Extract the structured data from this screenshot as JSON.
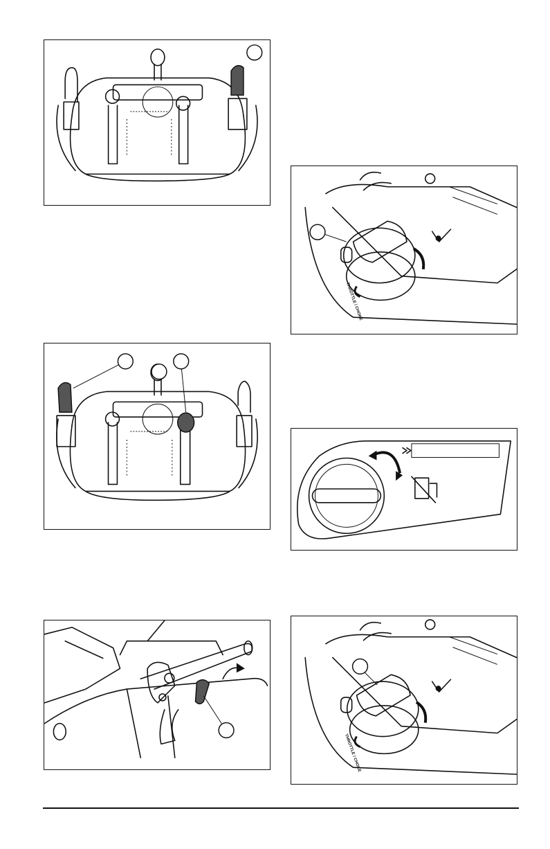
{
  "figures": [
    {
      "id": "fig-1",
      "subject": "operator-console-levers",
      "callouts": 1
    },
    {
      "id": "fig-2",
      "subject": "operator-console-levers-highlighted",
      "callouts": 3
    },
    {
      "id": "fig-3",
      "subject": "drive-handle-release",
      "callouts": 1
    },
    {
      "id": "fig-4",
      "subject": "throttle-choke-knob",
      "callouts": 1,
      "dial_text": "THROTTLE / CHOKE"
    },
    {
      "id": "fig-5",
      "subject": "fuel-valve-knob",
      "callouts": 0
    },
    {
      "id": "fig-6",
      "subject": "throttle-choke-knob-alt",
      "callouts": 1,
      "dial_text": "THROTTLE / CHOKE"
    }
  ],
  "colors": {
    "line": "#111111",
    "highlight": "#555555",
    "background": "#ffffff"
  },
  "icons": [
    "choke-icon",
    "fuel-valve-off-icon",
    "fast-arrows-icon",
    "rotate-arrow-icon"
  ]
}
